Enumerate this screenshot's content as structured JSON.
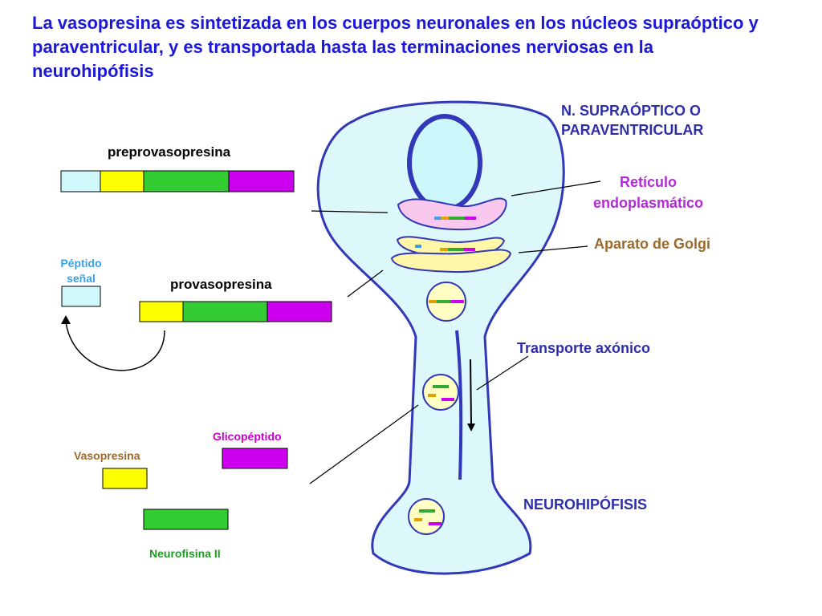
{
  "title": "La vasopresina es sintetizada en los cuerpos neuronales en los núcleos supraóptico y paraventricular, y es transportada hasta las terminaciones nerviosas en la neurohipófisis",
  "labels": {
    "nucleus_line1": "N. SUPRAÓPTICO O",
    "nucleus_line2": "PARAVENTRICULAR",
    "er_line1": "Retículo",
    "er_line2": "endoplasmático",
    "golgi": "Aparato de Golgi",
    "axonal_transport": "Transporte axónico",
    "neurohypophysis": "NEUROHIPÓFISIS",
    "preprovasopressin": "preprovasopresina",
    "provasopressin": "provasopresina",
    "signal_peptide_line1": "Péptido",
    "signal_peptide_line2": "señal",
    "glycopeptide": "Glicopéptido",
    "vasopressin": "Vasopresina",
    "neurophysin": "Neurofisina II"
  },
  "colors": {
    "title": "#1c18d8",
    "cell_outline": "#3238b8",
    "cell_fill": "#ddf8fb",
    "nucleus_fill": "#ccf7fb",
    "er_fill": "#f8c8ee",
    "golgi_fill": "#fff6a8",
    "signal_peptide": "#cff8fb",
    "vasopressin": "#ffff00",
    "neurophysin": "#33cc33",
    "glycopeptide": "#cc00ee",
    "purple_label": "#b52ad8",
    "brown_label": "#9b6a2c"
  }
}
